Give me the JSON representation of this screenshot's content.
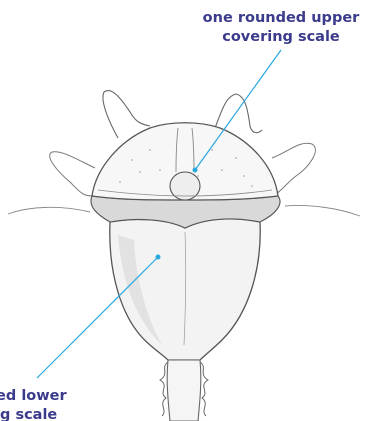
{
  "labels": {
    "upper": [
      "one rounded upper",
      "covering scale"
    ],
    "lower": [
      "nded lower",
      "ing scale"
    ]
  },
  "colors": {
    "label_text": "#3b3b8c",
    "leader_line": "#29a8e0",
    "ink": "#555555",
    "shade": "#d9d9d9"
  }
}
